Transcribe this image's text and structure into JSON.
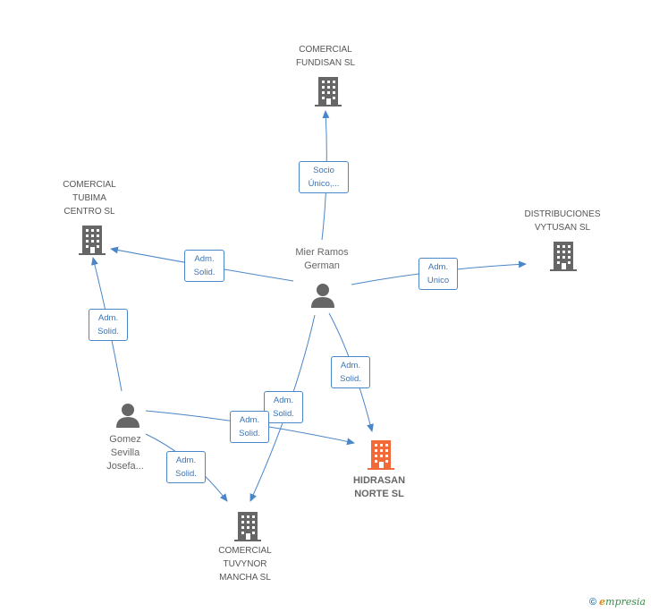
{
  "nodes": {
    "fundisan": {
      "label": "COMERCIAL\nFUNDISAN SL",
      "icon": "building-icon",
      "color": "#666666"
    },
    "tubima": {
      "label": "COMERCIAL\nTUBIMA\nCENTRO SL",
      "icon": "building-icon",
      "color": "#666666"
    },
    "vytusan": {
      "label": "DISTRIBUCIONES\nVYTUSAN SL",
      "icon": "building-icon",
      "color": "#666666"
    },
    "mier": {
      "label": "Mier Ramos\nGerman",
      "icon": "person-icon",
      "color": "#666666"
    },
    "gomez": {
      "label": "Gomez\nSevilla\nJosefa...",
      "icon": "person-icon",
      "color": "#666666"
    },
    "hidrasan": {
      "label": "HIDRASAN\nNORTE SL",
      "icon": "building-icon",
      "color": "#f26a3a"
    },
    "tuvynor": {
      "label": "COMERCIAL\nTUVYNOR\nMANCHA SL",
      "icon": "building-icon",
      "color": "#666666"
    }
  },
  "edges": {
    "mier_fundisan": "Socio\nÚnico,...",
    "mier_tubima": "Adm.\nSolid.",
    "mier_vytusan": "Adm.\nUnico",
    "mier_hidrasan": "Adm.\nSolid.",
    "mier_tuvynor": "Adm.\nSolid.",
    "gomez_tubima": "Adm.\nSolid.",
    "gomez_hidrasan": "Adm.\nSolid.",
    "gomez_tuvynor": "Adm.\nSolid."
  },
  "colors": {
    "edge": "#4a86c8",
    "accent": "#f26a3a"
  },
  "credit": {
    "copyright": "©",
    "brand_initial": "e",
    "brand_rest": "mpresia"
  }
}
